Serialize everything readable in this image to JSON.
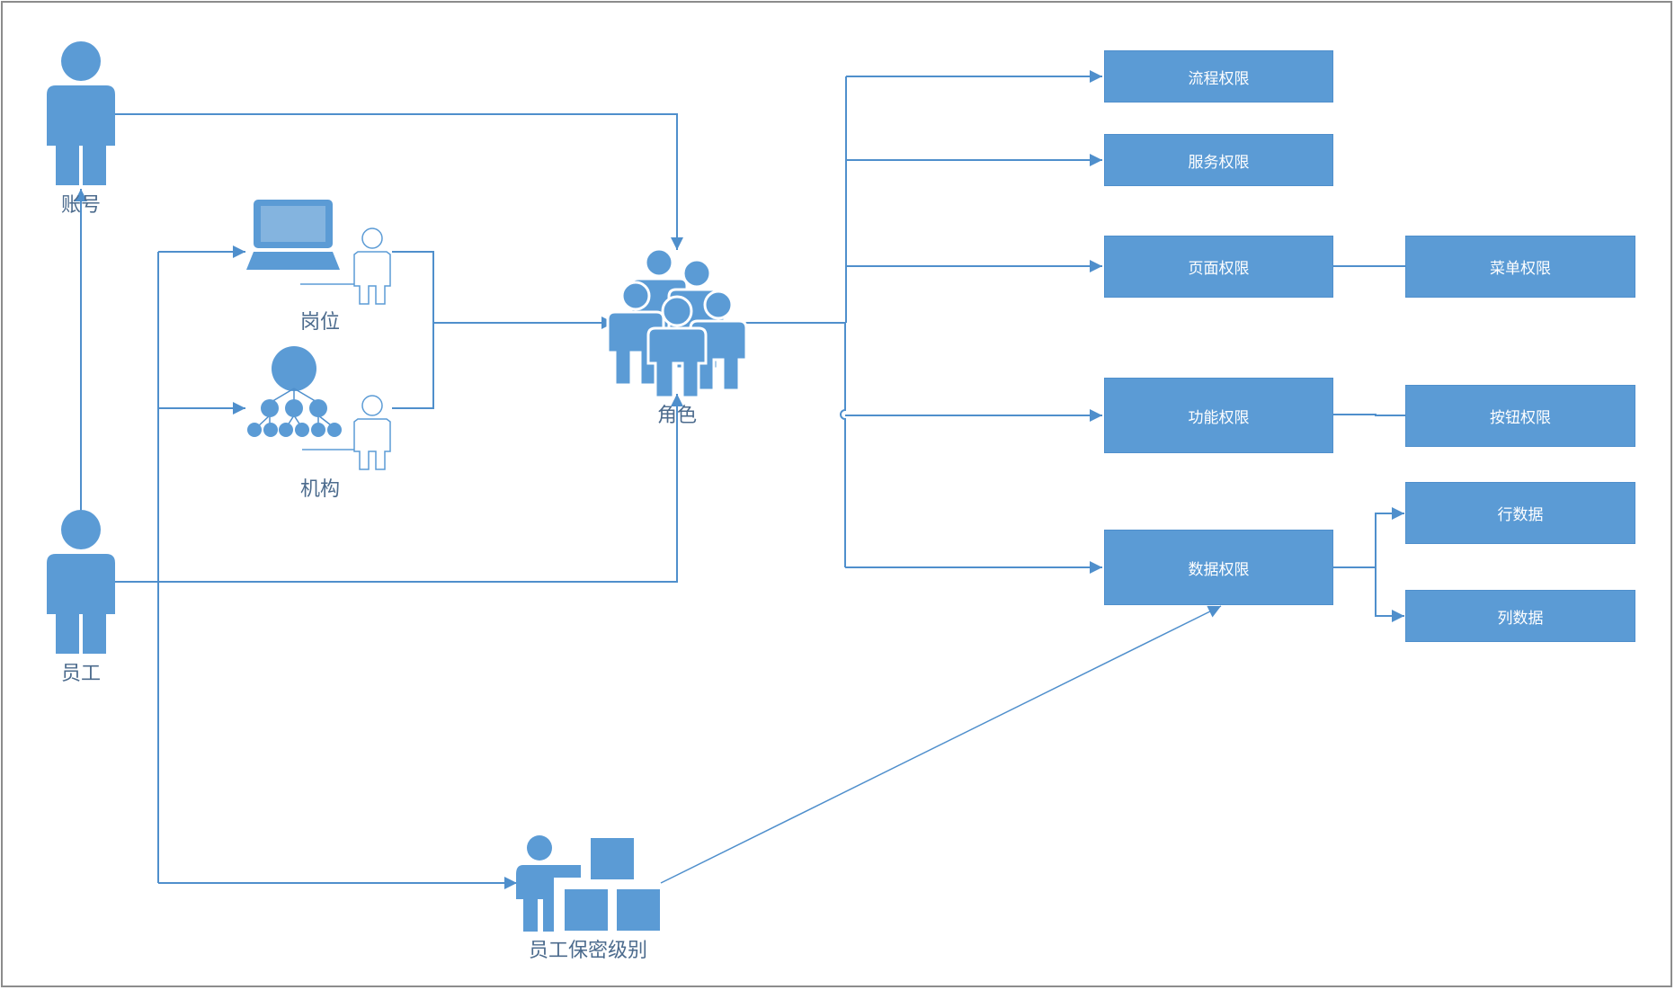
{
  "diagram": {
    "nodes": {
      "account": "账号",
      "employee": "员工",
      "position": "岗位",
      "organization": "机构",
      "role": "角色",
      "clearance": "员工保密级别"
    },
    "permissions": {
      "process": "流程权限",
      "service": "服务权限",
      "page": "页面权限",
      "menu": "菜单权限",
      "function": "功能权限",
      "button": "按钮权限",
      "data": "数据权限",
      "row": "行数据",
      "column": "列数据"
    }
  },
  "colors": {
    "primary": "#5b9bd5",
    "line": "#4f8fcc",
    "label": "#4c6b8d",
    "box_text": "#ffffff"
  },
  "icons": {
    "account": "person-icon",
    "employee": "person-icon",
    "position": "laptop-user-icon",
    "organization": "org-chart-user-icon",
    "role": "group-icon",
    "clearance": "presenter-boxes-icon"
  }
}
